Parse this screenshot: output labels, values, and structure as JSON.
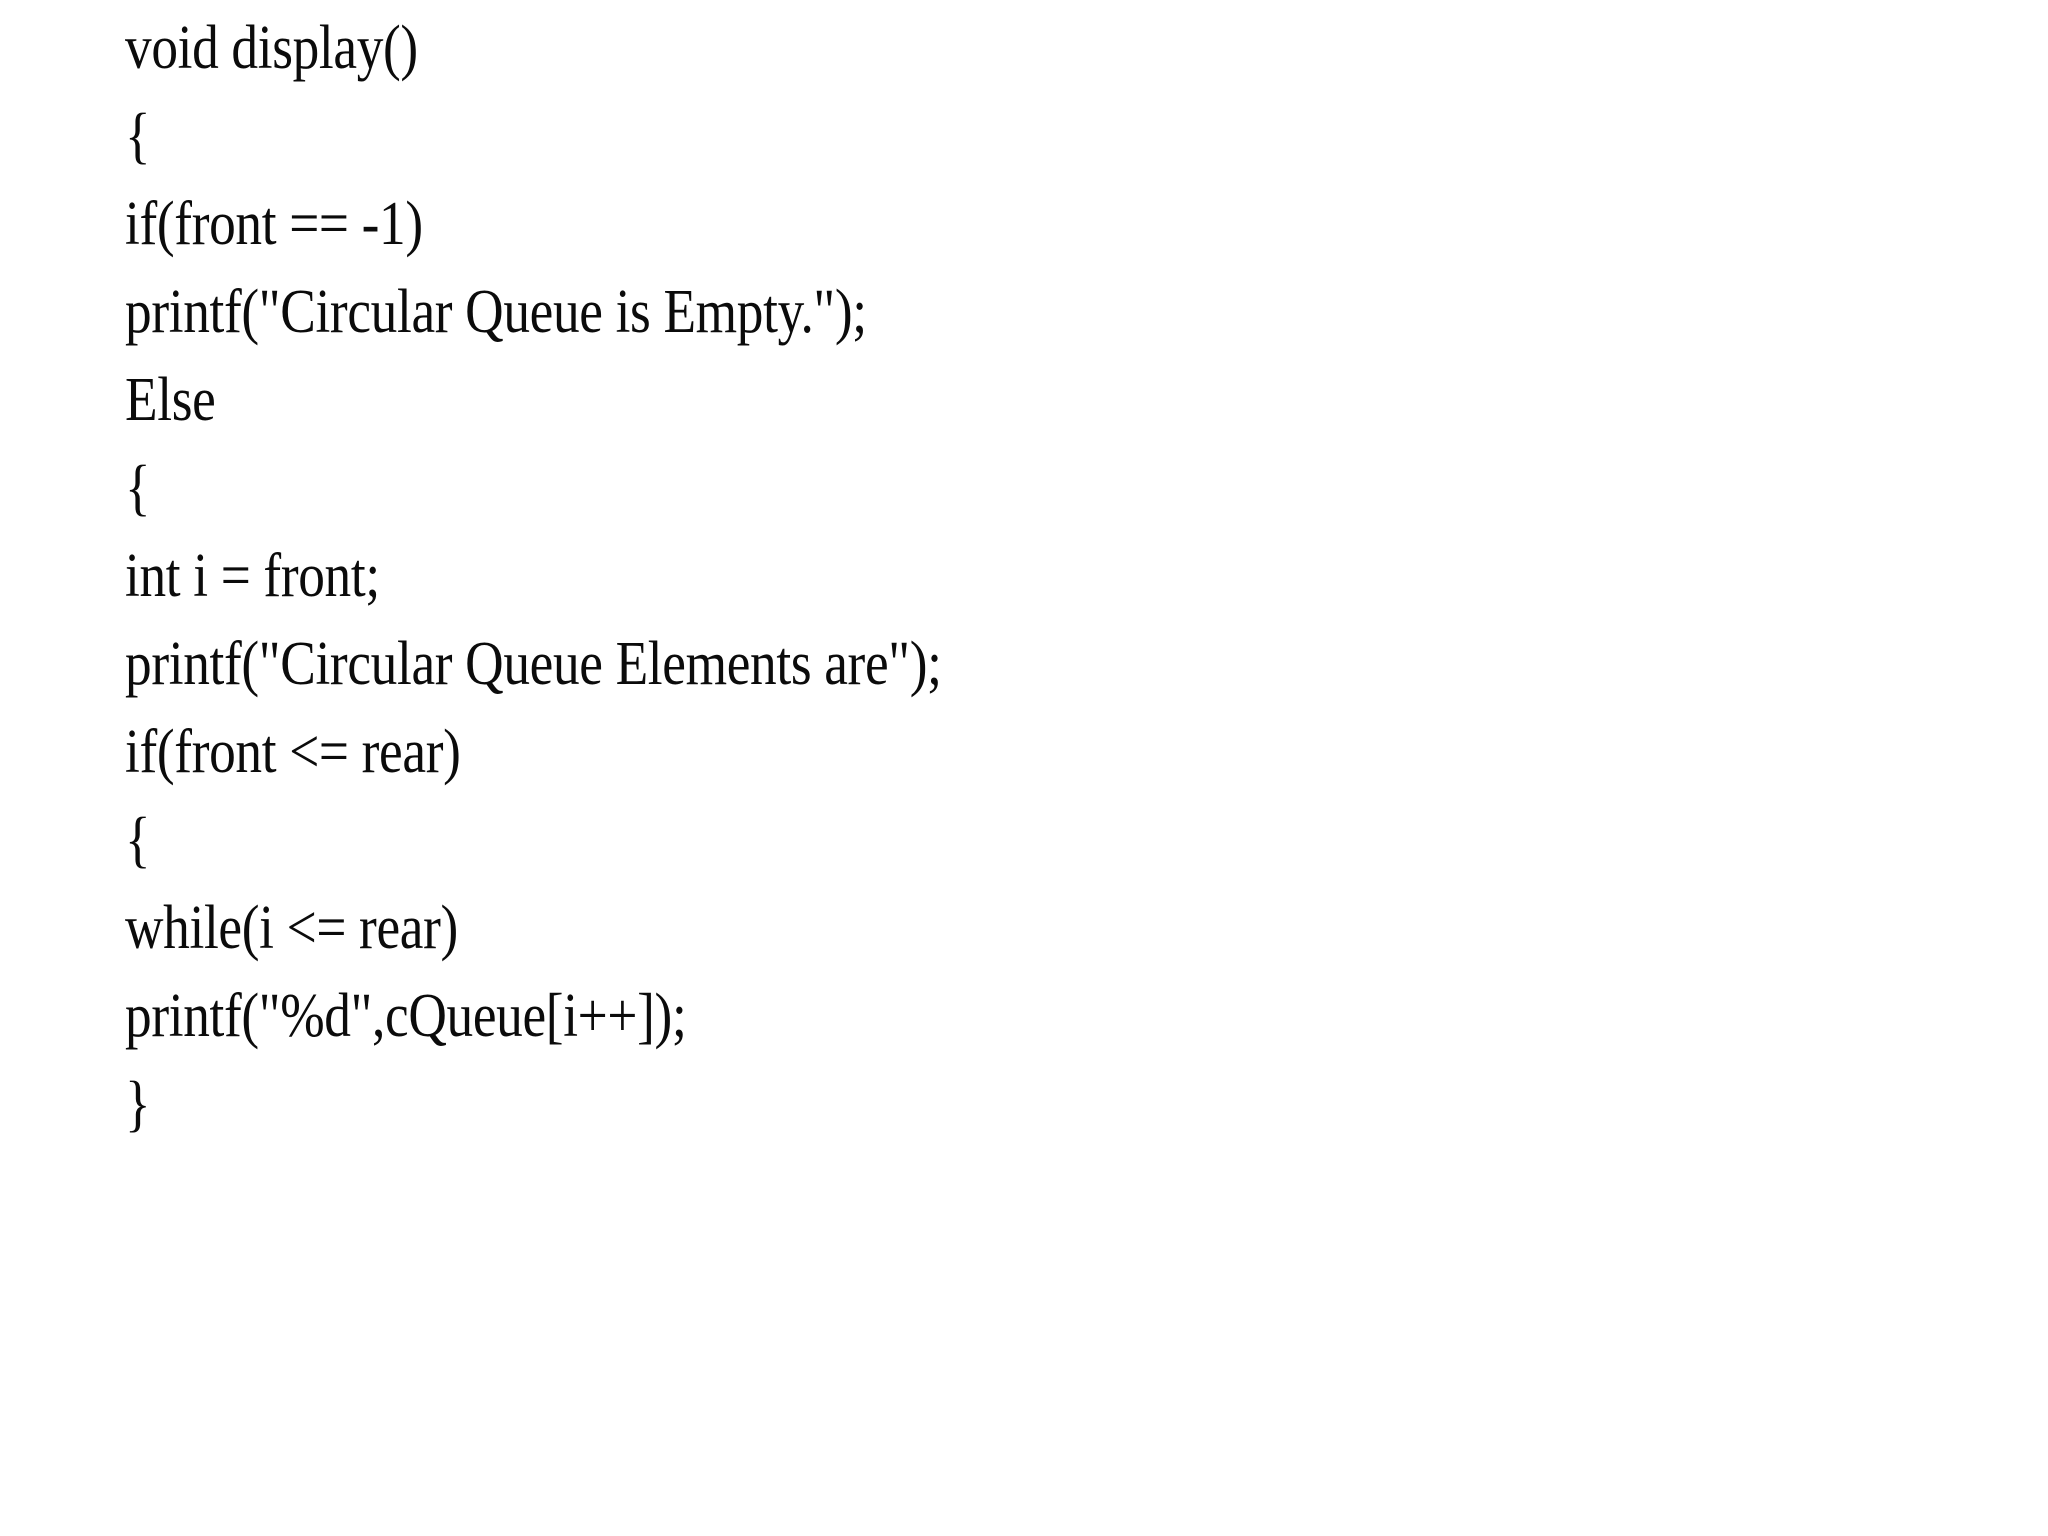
{
  "document": {
    "type": "code-listing",
    "language": "c",
    "background_color": "#ffffff",
    "text_color": "#0b0b0b",
    "alignment": "left",
    "lines": [
      {
        "index": 1,
        "text": "void display()"
      },
      {
        "index": 2,
        "text": "{"
      },
      {
        "index": 3,
        "text": "if(front == -1)"
      },
      {
        "index": 4,
        "text": "printf(\"Circular Queue is Empty.\");"
      },
      {
        "index": 5,
        "text": "Else"
      },
      {
        "index": 6,
        "text": "{"
      },
      {
        "index": 7,
        "text": "int i = front;"
      },
      {
        "index": 8,
        "text": "printf(\"Circular Queue Elements are\");"
      },
      {
        "index": 9,
        "text": "if(front <= rear)"
      },
      {
        "index": 10,
        "text": "{"
      },
      {
        "index": 11,
        "text": "while(i <= rear)"
      },
      {
        "index": 12,
        "text": "printf(\"%d\",cQueue[i++]);"
      },
      {
        "index": 13,
        "text": "}"
      }
    ]
  }
}
